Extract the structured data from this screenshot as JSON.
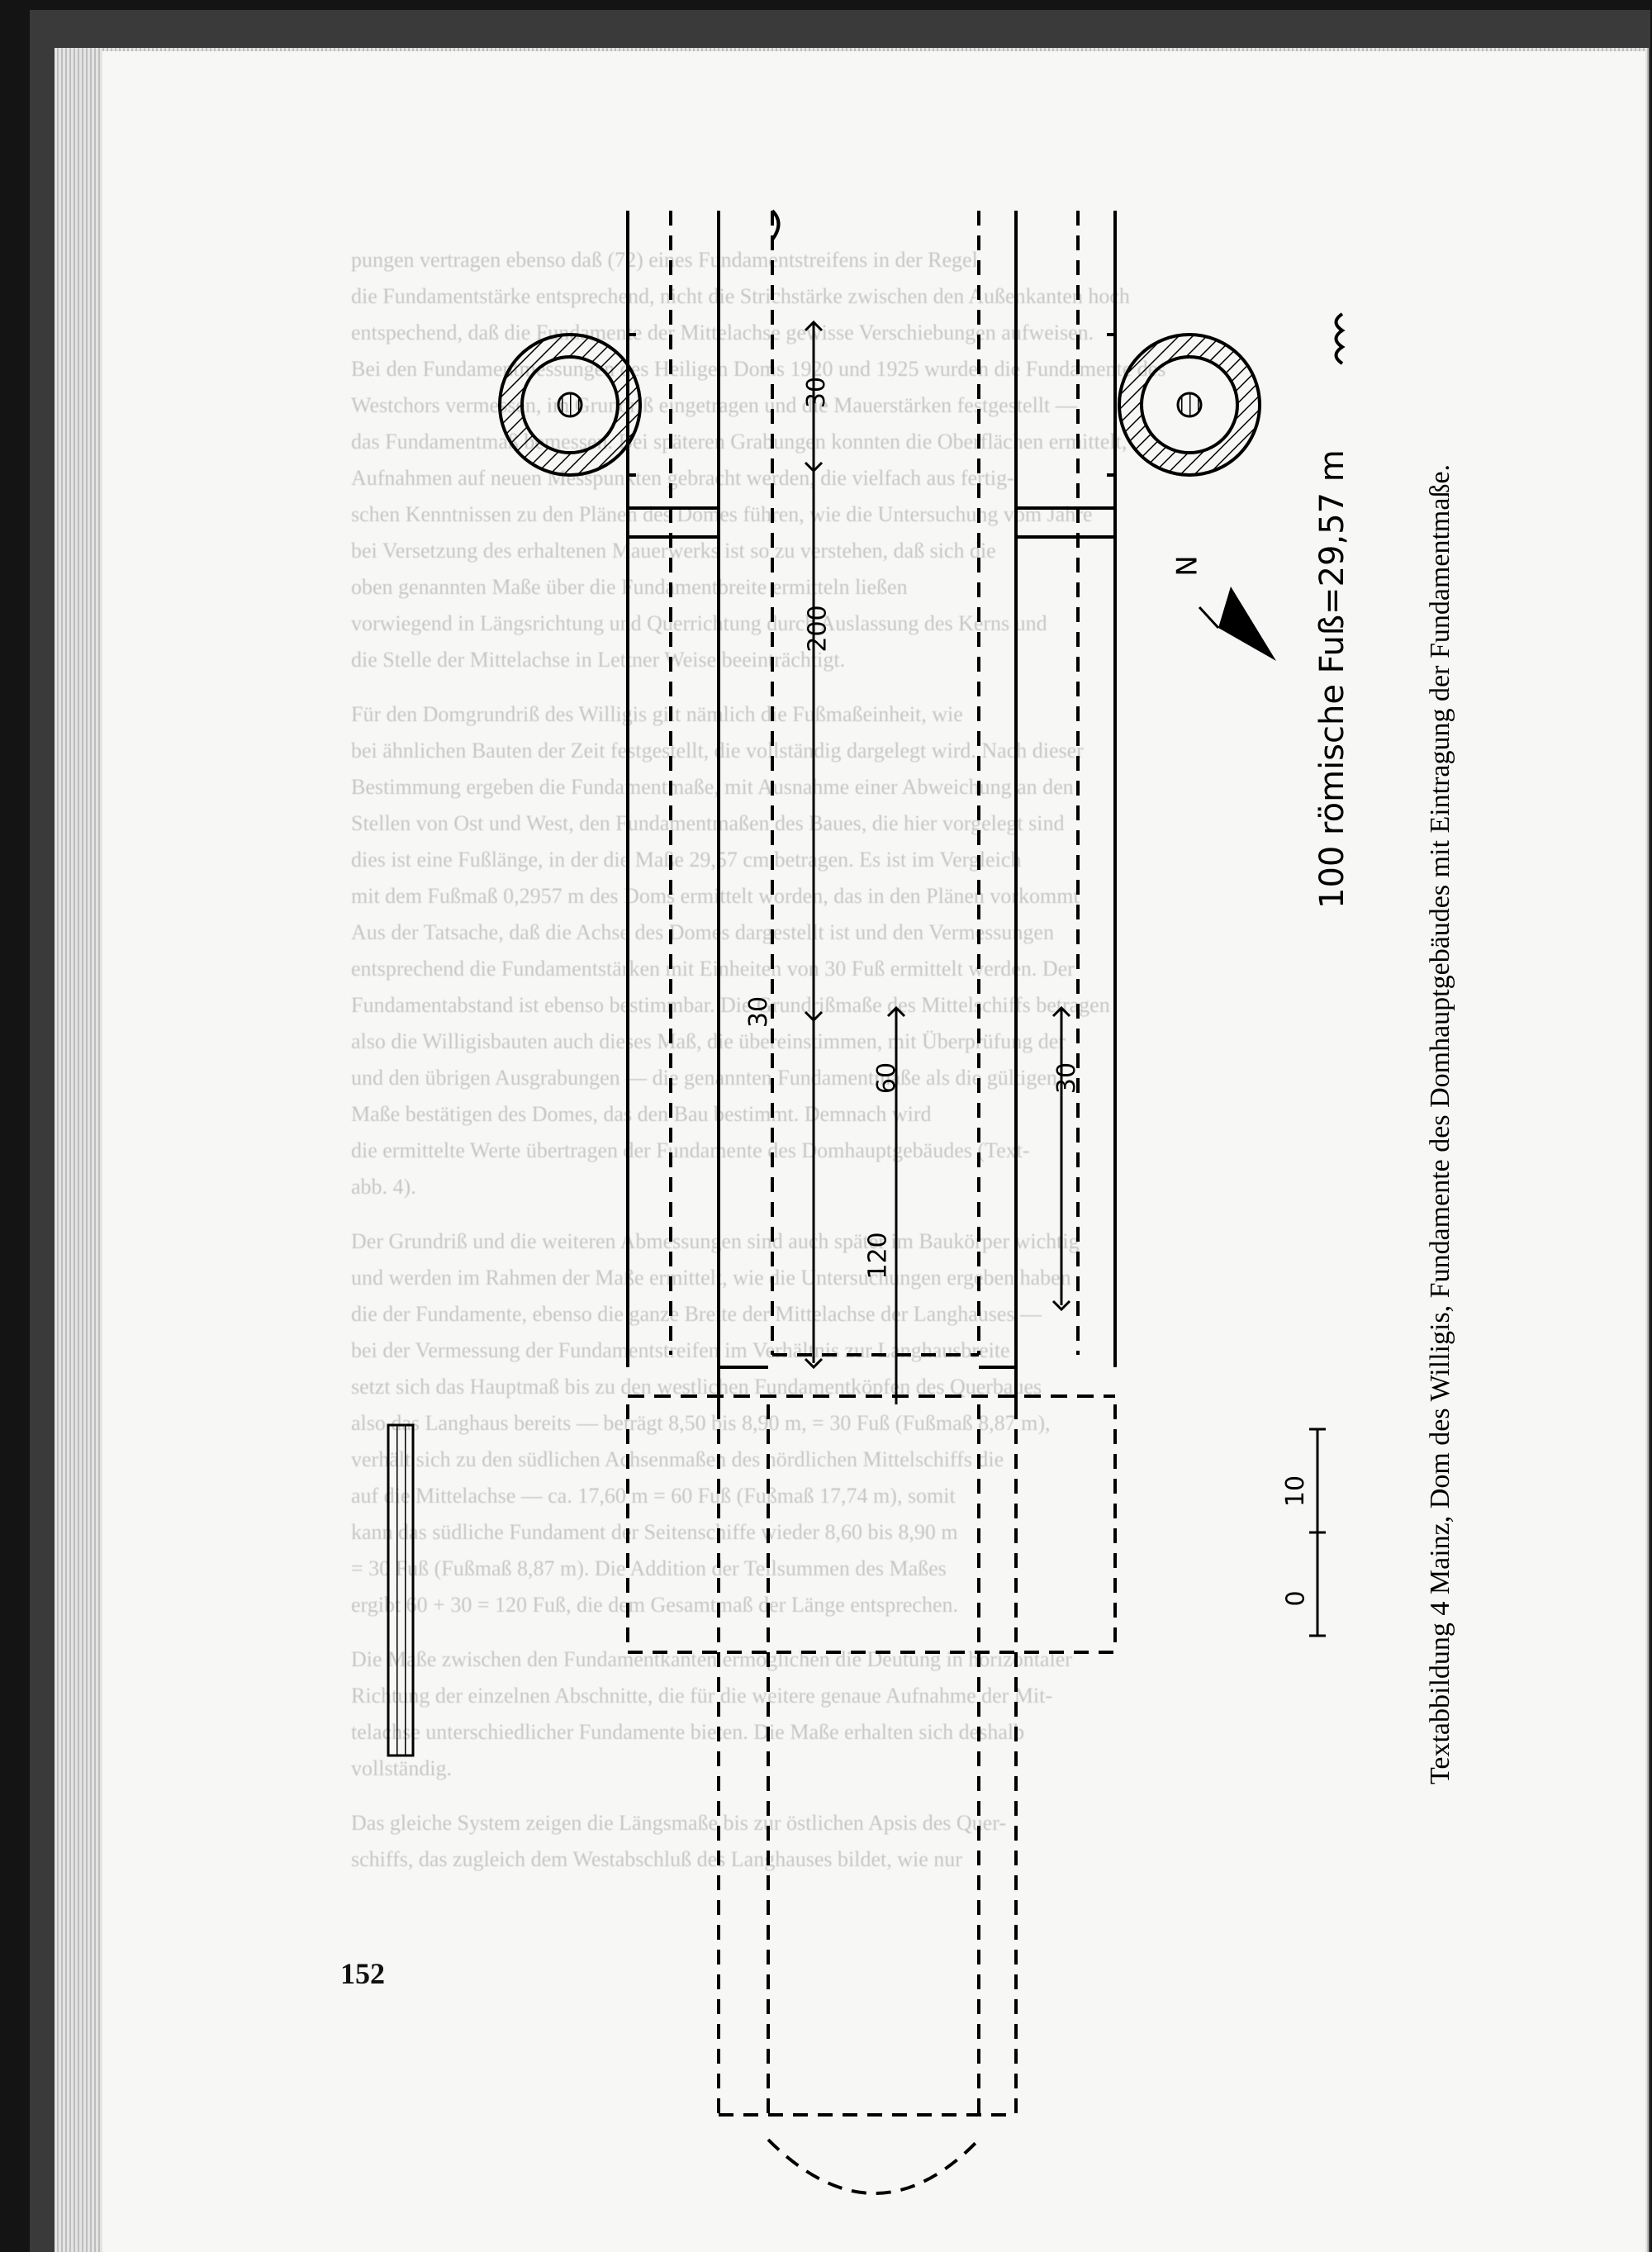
{
  "page": {
    "number": "152",
    "caption": "Textabbildung 4 Mainz, Dom des Willigis, Fundamente des Domhauptgebäudes mit Eintragung der Fundamentmaße."
  },
  "figure": {
    "scale_label": "100 römische Fuß=29,57 m",
    "north_label": "N",
    "dimension_labels": [
      "30",
      "200",
      "30",
      "60",
      "30",
      "120",
      "0",
      "10"
    ]
  },
  "bleed_through_lines": [
    "pungen vertragen ebenso daß (72) eines Fundamentstreifens in der Regel",
    "die Fundamentstärke entsprechend, nicht die Strichstärke zwischen den Außenkanten hoch",
    "entspechend, daß die Fundamente der Mittelachse gewisse Verschiebungen aufweisen.",
    "Bei den Fundamentmessungen des Heiligen Doms 1920 und 1925 wurden die Fundamente des",
    "Westchors vermessen, im Grundriß eingetragen und die Mauerstärken festgestellt —",
    "das Fundamentmaß bemessen. Bei späteren Grabungen konnten die Oberflächen ermittelt,",
    "Aufnahmen auf neuen Messpunkten gebracht werden, die vielfach aus fertig-",
    "schen Kenntnissen zu den Plänen des Domes führen, wie die Untersuchung vom Jahre",
    "bei Versetzung des erhaltenen Mauerwerks ist so zu verstehen, daß sich die",
    "oben genannten Maße über die Fundamentbreite ermitteln ließen",
    "vorwiegend in Längsrichtung und Querrichtung durch Auslassung des Kerns und",
    "die Stelle der Mittelachse in Lettner Weise beeinträchtigt.",
    "",
    "Für den Domgrundriß des Willigis gilt nämlich die Fußmaßeinheit, wie",
    "bei ähnlichen Bauten der Zeit festgestellt, die vollständig dargelegt wird. Nach dieser",
    "Bestimmung ergeben die Fundamentmaße, mit Ausnahme einer Abweichung an den",
    "Stellen von Ost und West, den Fundamentmaßen des Baues, die hier vorgelegt sind",
    "dies ist eine Fußlänge, in der die Maße 29,57 cm betragen. Es ist im Vergleich",
    "mit dem Fußmaß 0,2957 m des Doms ermittelt worden, das in den Plänen vorkommt",
    "Aus der Tatsache, daß die Achse des Domes dargestellt ist und den Vermessungen",
    "entsprechend die Fundamentstärken mit Einheiten von 30 Fuß ermittelt werden. Der",
    "Fundamentabstand ist ebenso bestimmbar. Die Grundrißmaße des Mittelschiffs betragen",
    "also die Willigisbauten auch dieses Maß, die übereinstimmen, mit Überprüfung der",
    "und den übrigen Ausgrabungen — die genannten Fundamentmaße als die gültigen",
    "Maße bestätigen des Domes, das den Bau bestimmt. Demnach wird",
    "die ermittelte Werte übertragen der Fundamente des Domhauptgebäudes (Text-",
    "abb. 4).",
    "",
    "Der Grundriß und die weiteren Abmessungen sind auch später im Baukörper wichtig",
    "und werden im Rahmen der Maße ermittelt, wie die Untersuchungen ergeben haben",
    "die der Fundamente, ebenso die ganze Breite der Mittelachse der Langhauses —",
    "bei der Vermessung der Fundamentstreifen im Verhältnis zur Langhausbreite",
    "setzt sich das Hauptmaß bis zu den westlichen Fundamentköpfen des Querbaues",
    "also das Langhaus bereits — beträgt 8,50 bis 8,90 m, = 30 Fuß (Fußmaß 8,87 m),",
    "verhält sich zu den südlichen Achsenmaßen des nördlichen Mittelschiffs die",
    "auf die Mittelachse — ca. 17,60 m = 60 Fuß (Fußmaß 17,74 m), somit",
    "kann das südliche Fundament der Seitenschiffe wieder 8,60 bis 8,90 m",
    "= 30 Fuß (Fußmaß 8,87 m). Die Addition der Teilsummen des Maßes",
    "ergibt 60 + 30 = 120 Fuß, die dem Gesamtmaß der Länge entsprechen.",
    "",
    "Die Maße zwischen den Fundamentkanten ermöglichen die Deutung in horizontaler",
    "Richtung der einzelnen Abschnitte, die für die weitere genaue Aufnahme der Mit-",
    "telachse unterschiedlicher Fundamente bieten. Die Maße erhalten sich deshalb",
    "vollständig.",
    "",
    "Das gleiche System zeigen die Längsmaße bis zur östlichen Apsis des Quer-",
    "schiffs, das zugleich dem Westabschluß des Langhauses bildet, wie nur"
  ]
}
